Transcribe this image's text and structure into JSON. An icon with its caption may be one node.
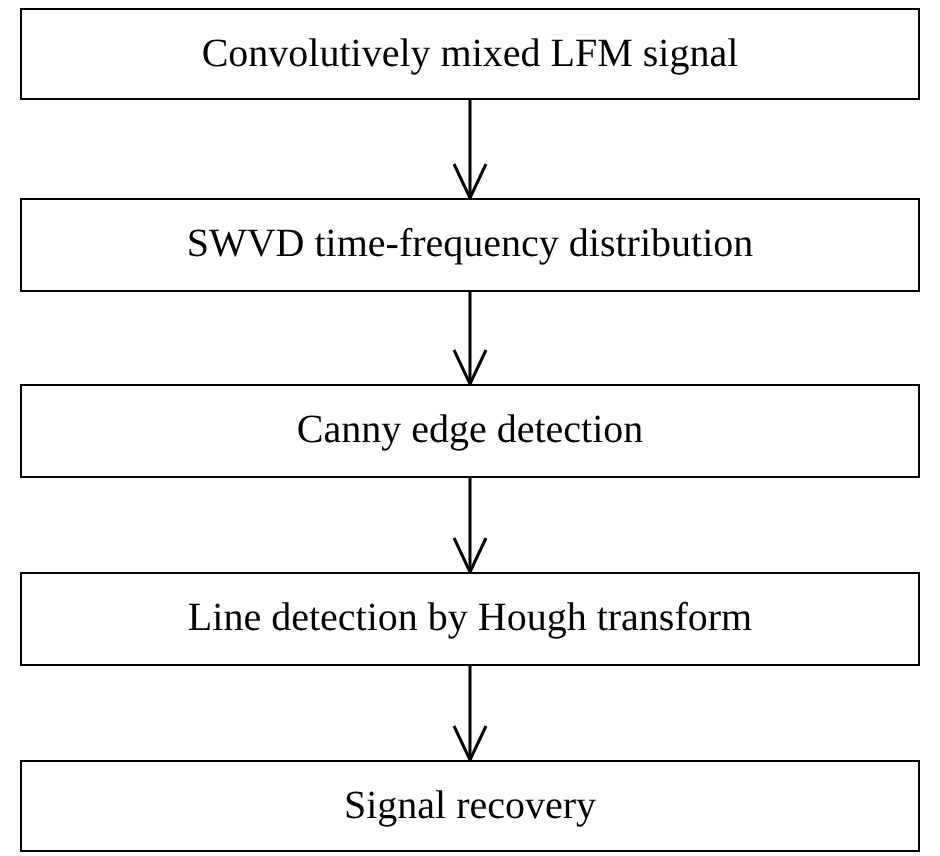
{
  "diagram": {
    "nodes": [
      {
        "text": [
          "Convolutively mixed LFM signal"
        ]
      },
      {
        "text": [
          "SWVD time-frequency distribution"
        ]
      },
      {
        "text": [
          "Canny edge detection"
        ]
      },
      {
        "text": [
          "Line detection by Hough transform"
        ]
      },
      {
        "text": [
          "Signal recovery"
        ]
      }
    ],
    "edges": [
      {
        "from": 0,
        "to": 1,
        "arrow": "to"
      },
      {
        "from": 1,
        "to": 2,
        "arrow": "to"
      },
      {
        "from": 2,
        "to": 3,
        "arrow": "to"
      },
      {
        "from": 3,
        "to": 4,
        "arrow": "to"
      }
    ]
  }
}
